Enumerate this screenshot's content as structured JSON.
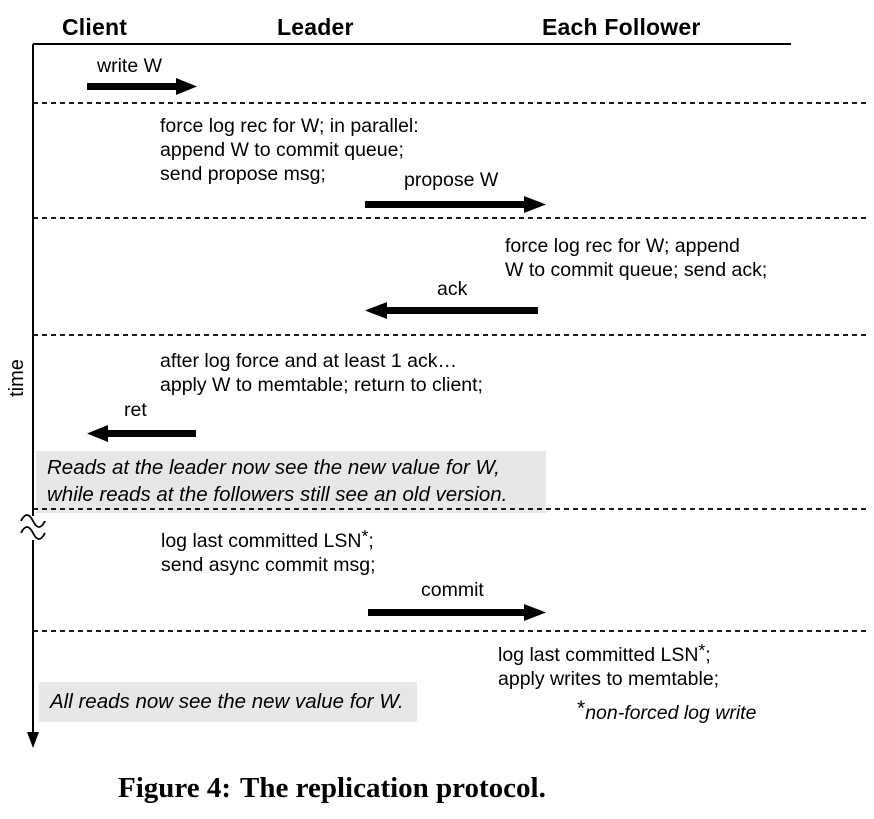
{
  "headers": {
    "client": "Client",
    "leader": "Leader",
    "follower": "Each Follower"
  },
  "time_axis": {
    "label": "time"
  },
  "messages": {
    "write": "write W",
    "propose": "propose W",
    "ack": "ack",
    "ret": "ret",
    "commit": "commit"
  },
  "actions": {
    "leader_propose": [
      "force log rec for W; in parallel:",
      "append W to commit queue;",
      "send propose msg;"
    ],
    "follower_ack": [
      "force log rec for W; append",
      "W to commit queue; send ack;"
    ],
    "leader_apply": [
      "after log force and at least 1 ack…",
      "apply W to memtable; return to client;"
    ],
    "leader_commit": {
      "line1_pre": "log last committed LSN",
      "line1_star": "*",
      "line1_post": ";",
      "line2": "send async commit msg;"
    },
    "follower_commit": {
      "line1_pre": "log last committed LSN",
      "line1_star": "*",
      "line1_post": ";",
      "line2": "apply writes to memtable;"
    }
  },
  "notes": {
    "leader_reads": [
      "Reads at the leader now see the new value for W,",
      "while reads at the followers still see an old version."
    ],
    "all_reads": "All reads now see the new value for W.",
    "footnote": {
      "star": "*",
      "text": "non-forced log write"
    }
  },
  "caption": {
    "label": "Figure 4:",
    "text": "The replication protocol."
  },
  "colors": {
    "ink": "#000000",
    "highlight": "#e7e7e7"
  }
}
